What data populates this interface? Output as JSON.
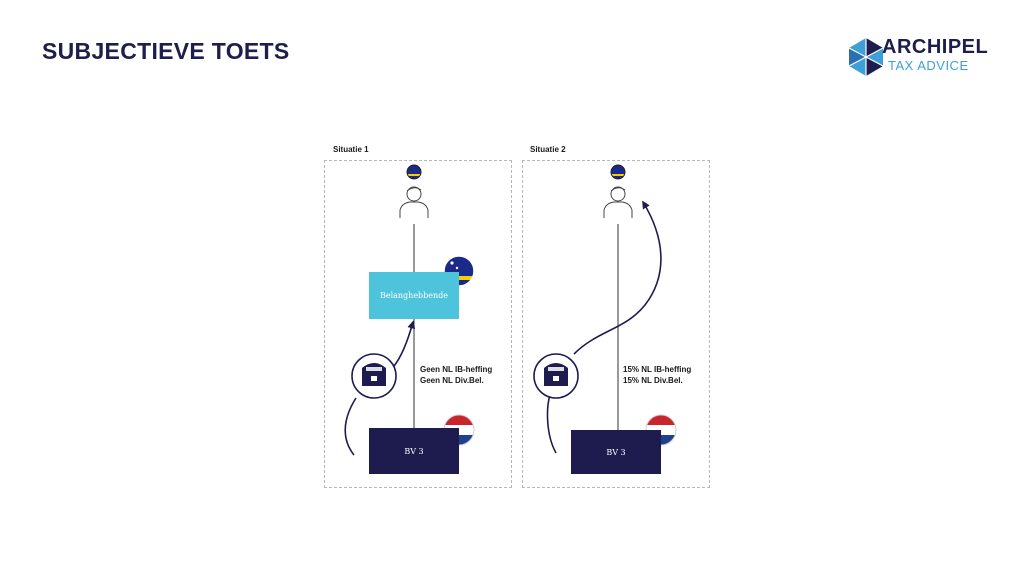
{
  "slide": {
    "title": "SUBJECTIEVE TOETS"
  },
  "logo": {
    "main": "ARCHIPEL",
    "sub": "TAX ADVICE"
  },
  "situations": [
    {
      "label": "Situatie 1",
      "top_entity": "Belanghebbende",
      "bottom_entity": "BV 3",
      "tax_lines": [
        "Geen NL IB-heffing",
        "Geen NL Div.Bel."
      ]
    },
    {
      "label": "Situatie 2",
      "bottom_entity": "BV 3",
      "tax_lines": [
        "15% NL IB-heffing",
        "15% NL Div.Bel."
      ]
    }
  ],
  "colors": {
    "navy": "#1e1c4f",
    "cyan": "#4ec3dc",
    "logo_blue": "#3ea0d6"
  },
  "icons": [
    "person-icon",
    "curacao-flag-icon",
    "netherlands-flag-icon",
    "treasure-chest-icon",
    "archipel-logo-icon"
  ]
}
